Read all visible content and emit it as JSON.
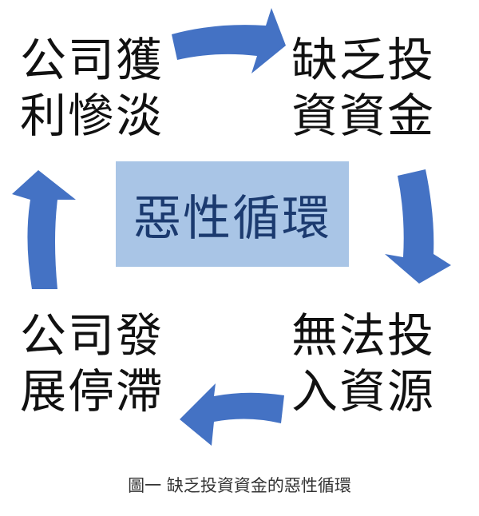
{
  "nodes": {
    "top_left": {
      "line1": "公司獲",
      "line2": "利慘淡"
    },
    "top_right": {
      "line1": "缺乏投",
      "line2": "資資金"
    },
    "bottom_right": {
      "line1": "無法投",
      "line2": "入資源"
    },
    "bottom_left": {
      "line1": "公司發",
      "line2": "展停滯"
    }
  },
  "center": {
    "label": "惡性循環"
  },
  "caption": "圖一 缺乏投資資金的惡性循環",
  "colors": {
    "arrow": "#4472c4",
    "center_fill": "#a9c5e6",
    "center_text": "#1b3a6f"
  }
}
